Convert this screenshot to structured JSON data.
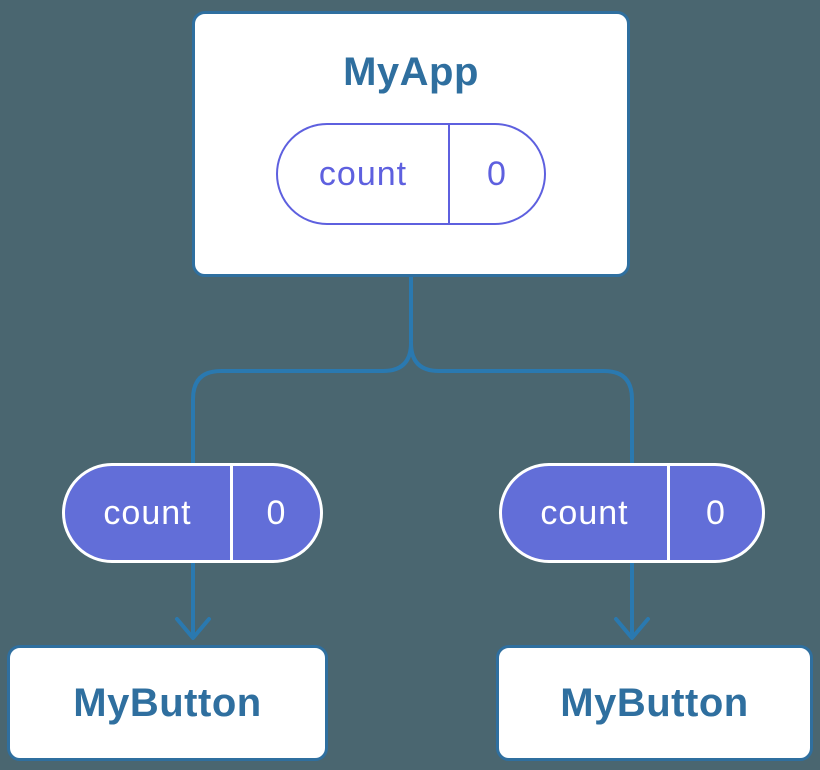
{
  "colors": {
    "background": "#4A6670",
    "connector": "#2A79B0",
    "box_border": "#2F6F9F",
    "box_text": "#2F6F9F",
    "box_fill": "#FFFFFF",
    "pill_outline": "#5E60DF",
    "pill_fill": "#626ED8",
    "pill_fill_border": "#FFFFFF",
    "pill_fill_text": "#FFFFFF"
  },
  "diagram": {
    "root": {
      "title": "MyApp",
      "state_pill": {
        "label": "count",
        "value": "0"
      }
    },
    "children": [
      {
        "title": "MyButton",
        "prop_pill": {
          "label": "count",
          "value": "0"
        }
      },
      {
        "title": "MyButton",
        "prop_pill": {
          "label": "count",
          "value": "0"
        }
      }
    ]
  }
}
